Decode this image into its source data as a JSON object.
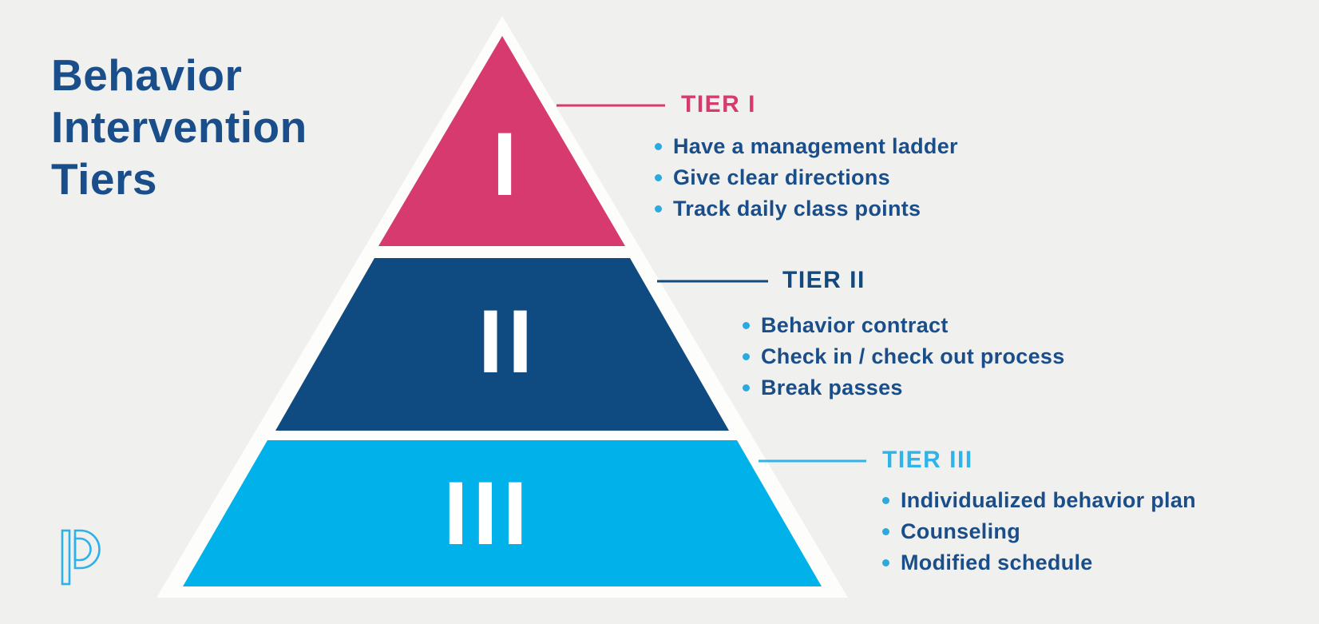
{
  "title": {
    "lines": [
      "Behavior",
      "Intervention",
      "Tiers"
    ],
    "full": "Behavior Intervention Tiers"
  },
  "colors": {
    "background": "#f0f0ee",
    "pyramid_border_white": "#fdfdfc",
    "tier1_pink": "#d63a6e",
    "tier2_navy": "#0f4a80",
    "tier3_light_blue": "#00b1ea",
    "title_navy": "#1a4e8a",
    "bullet_text_navy": "#1a4e8a",
    "bullet_dot_blue": "#2ea9de",
    "tier3_accent": "#2fb3e9",
    "logo_blue": "#2cb2e8",
    "numeral_white": "#ffffff"
  },
  "icons": {
    "logo": "powerschool-p-logo",
    "bullet": "bullet-dot-icon"
  },
  "tiers": [
    {
      "numeral": "I",
      "label": "TIER I",
      "fill": "#d63a6e",
      "accent": "#d63a6e",
      "bullets": [
        "Have a management ladder",
        "Give clear directions",
        "Track daily class points"
      ]
    },
    {
      "numeral": "II",
      "label": "TIER II",
      "fill": "#0f4a80",
      "accent": "#14497d",
      "bullets": [
        "Behavior contract",
        "Check in / check out process",
        "Break passes"
      ]
    },
    {
      "numeral": "III",
      "label": "TIER III",
      "fill": "#00b1ea",
      "accent": "#2fb3e9",
      "bullets": [
        "Individualized behavior plan",
        "Counseling",
        "Modified schedule"
      ]
    }
  ]
}
